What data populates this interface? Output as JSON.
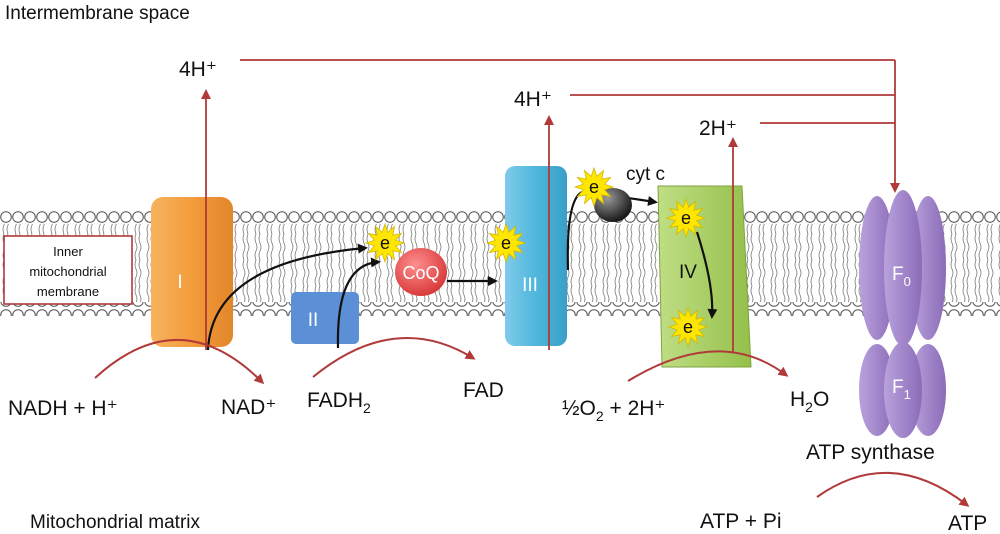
{
  "regions": {
    "top": "Intermembrane space",
    "bottom": "Mitochondrial matrix",
    "membrane_line1": "Inner",
    "membrane_line2": "mitochondrial",
    "membrane_line3": "membrane"
  },
  "complexes": {
    "c1": "I",
    "c2": "II",
    "coq": "CoQ",
    "c3": "III",
    "c4": "IV",
    "f0_main": "F",
    "f0_sub": "0",
    "f1_main": "F",
    "f1_sub": "1",
    "atp_synthase": "ATP synthase"
  },
  "electron": "e",
  "cytc": "cyt c",
  "protons": {
    "p1": "4H⁺",
    "p3": "4H⁺",
    "p4": "2H⁺"
  },
  "reactions": {
    "nadh": "NADH + H⁺",
    "nad": "NAD⁺",
    "fadh2_main": "FADH",
    "fadh2_sub": "2",
    "fad": "FAD",
    "o2_pre": "½O",
    "o2_sub": "2",
    "o2_post": " + 2H⁺",
    "h2o_pre": "H",
    "h2o_sub": "2",
    "h2o_post": "O",
    "atp_pi": "ATP + Pi",
    "atp": "ATP"
  },
  "colors": {
    "proton_arrow": "#b03a3a",
    "complex_I": "#f39c3c",
    "complex_II": "#5b8fd6",
    "coq": "#e84c4c",
    "complex_III": "#4fb6dc",
    "complex_IV": "#a3cc5a",
    "atp_synthase": "#9b7fc4",
    "electron_star": "#ffe600"
  }
}
